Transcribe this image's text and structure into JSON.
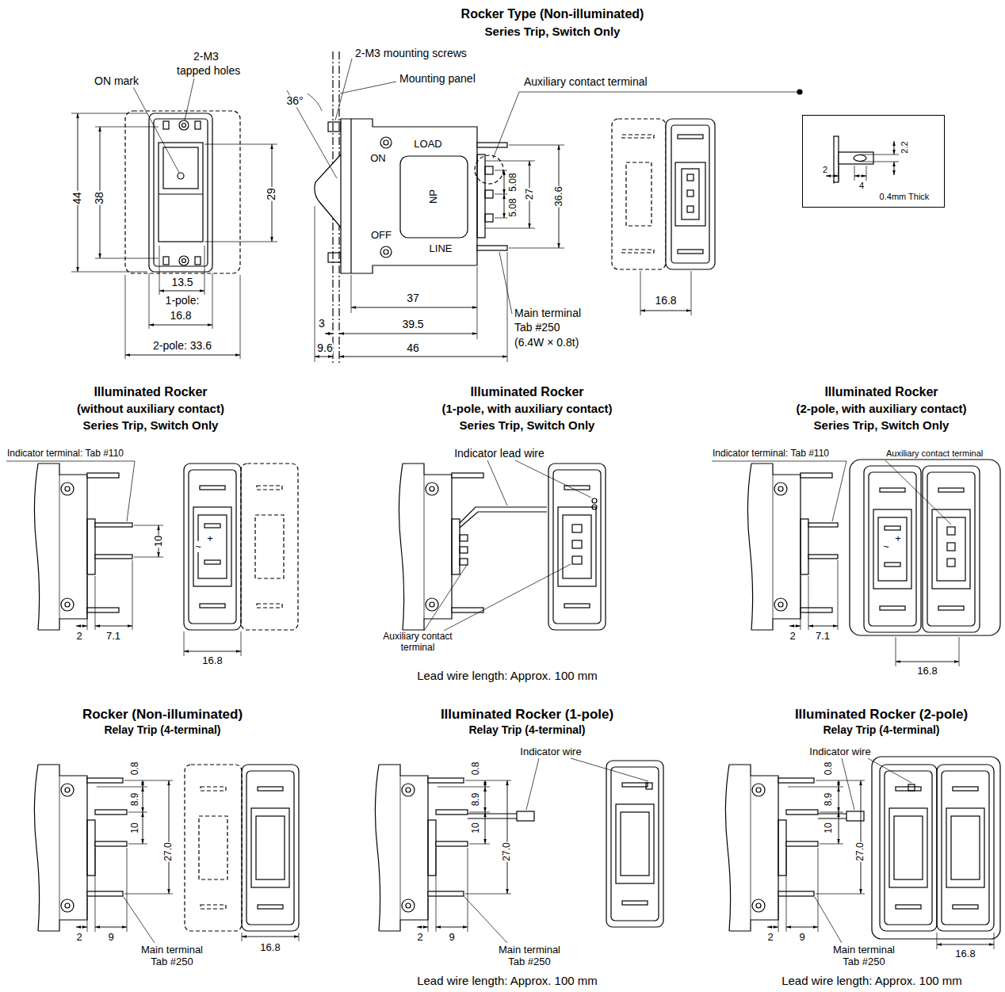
{
  "diagram": {
    "nodes": [
      {
        "text": [
          "2.2",
          "2",
          "4",
          "0.4mm Thick"
        ]
      }
    ],
    "labels": [
      "Rocker Type (Non-illuminated)",
      "Series Trip, Switch Only",
      "2-M3 mounting screws",
      "ON mark",
      "2-M3",
      "tapped holes",
      "Mounting panel",
      "Auxiliary contact terminal",
      "36°",
      "44",
      "38",
      "29",
      "LOAD",
      "ON",
      "5.08",
      "NP",
      "27",
      "36.6",
      "5.08",
      "OFF",
      "LINE",
      "13.5",
      "1-pole:",
      "16.8",
      "2-pole: 33.6",
      "37",
      "Main terminal",
      "Tab #250",
      "(6.4W × 0.8t)",
      "3",
      "39.5",
      "9.6",
      "46",
      "16.8",
      "Illuminated Rocker",
      "(without auxiliary contact)",
      "Series Trip, Switch Only",
      "Indicator terminal: Tab #110",
      "10",
      "2",
      "7.1",
      "16.8",
      "Illuminated Rocker",
      "(1-pole, with auxiliary contact)",
      "Series Trip, Switch Only",
      "Indicator lead wire",
      "Auxiliary contact",
      "terminal",
      "Lead wire length: Approx. 100 mm",
      "Illuminated Rocker",
      "(2-pole, with auxiliary contact)",
      "Series Trip, Switch Only",
      "Indicator terminal: Tab #110",
      "Auxiliary contact terminal",
      "2",
      "7.1",
      "16.8",
      "Rocker (Non-illuminated)",
      "Relay Trip (4-terminal)",
      "0.8",
      "8.9",
      "10",
      "27.0",
      "2",
      "9",
      "Main terminal",
      "Tab #250",
      "16.8",
      "Illuminated Rocker (1-pole)",
      "Relay Trip (4-terminal)",
      "Indicator wire",
      "0.8",
      "8.9",
      "10",
      "27.0",
      "2",
      "9",
      "Main terminal",
      "Tab #250",
      "Lead wire length: Approx. 100 mm",
      "Illuminated Rocker (2-pole)",
      "Relay Trip (4-terminal)",
      "Indicator wire",
      "0.8",
      "8.9",
      "10",
      "27.0",
      "2",
      "9",
      "Main terminal",
      "Tab #250",
      "16.8",
      "Lead wire length: Approx. 100 mm",
      "~",
      "+",
      "~",
      "+"
    ]
  }
}
